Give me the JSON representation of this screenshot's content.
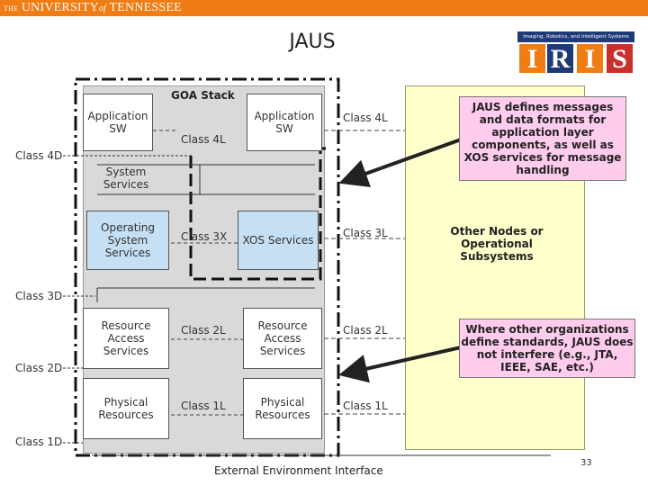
{
  "header": {
    "the": "THE",
    "university": "UNIVERSITY",
    "of": "of",
    "tennessee": "TENNESSEE",
    "bar_color": "#f07c14"
  },
  "title": "JAUS",
  "logo": {
    "tagline": "Imaging, Robotics, and Intelligent Systems",
    "letters": [
      "I",
      "R",
      "I",
      "S"
    ]
  },
  "diagram": {
    "goa_stack": "GOA Stack",
    "app_sw_left": "Application SW",
    "app_sw_right": "Application SW",
    "class_4l_inner": "Class 4L",
    "system_services": "System Services",
    "operating_system_services": "Operating System Services",
    "class_3x": "Class 3X",
    "xos_services": "XOS Services",
    "resource_access_left": "Resource Access Services",
    "class_2l_inner": "Class 2L",
    "resource_access_right": "Resource Access Services",
    "physical_left": "Physical Resources",
    "class_1l_inner": "Class 1L",
    "physical_right": "Physical Resources",
    "class_4l_right": "Class 4L",
    "class_3l_right": "Class 3L",
    "class_2l_right": "Class 2L",
    "class_1l_right": "Class 1L",
    "class_4d": "Class 4D",
    "class_3d": "Class 3D",
    "class_2d": "Class 2D",
    "class_1d": "Class 1D",
    "other_nodes": "Other Nodes or Operational Subsystems",
    "external_env": "External Environment Interface"
  },
  "callouts": {
    "top": "JAUS defines messages and data formats for application layer components, as well as XOS services for message handling",
    "bottom": "Where other organizations define standards, JAUS does not interfere (e.g., JTA, IEEE, SAE, etc.)"
  },
  "page_number": "33"
}
